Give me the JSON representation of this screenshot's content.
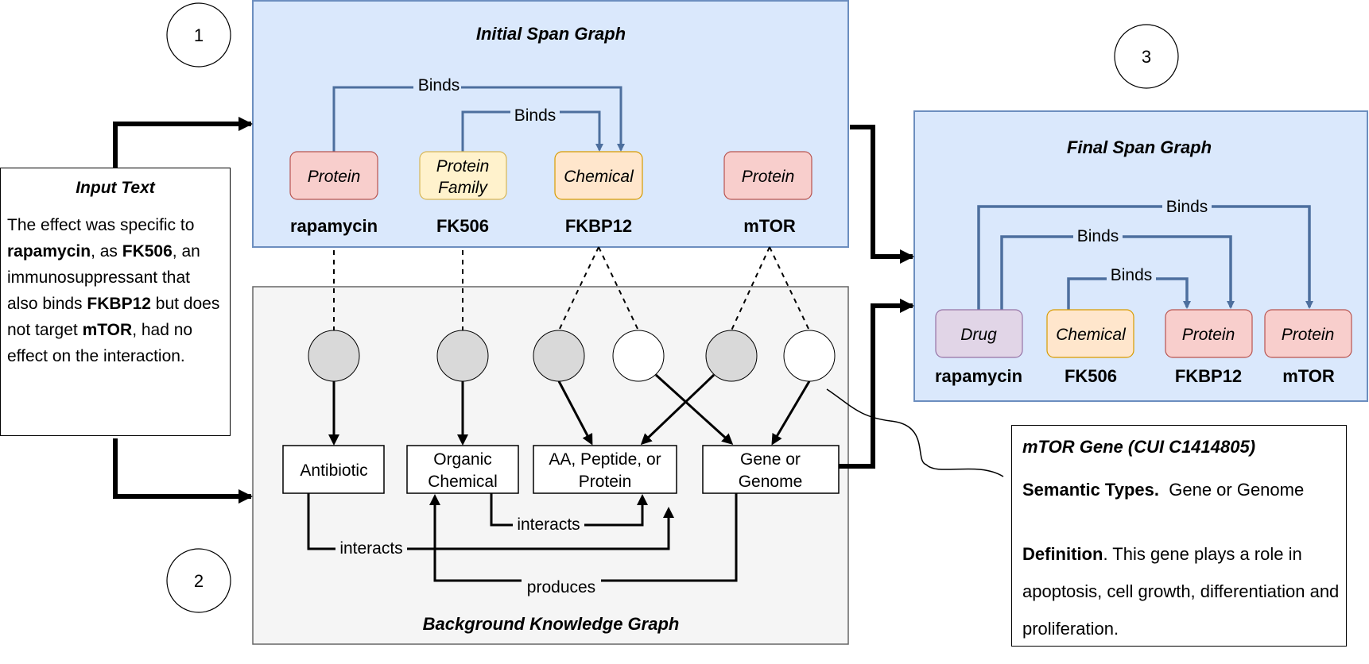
{
  "panels": {
    "initial_span_graph": "Initial Span Graph",
    "background_knowledge_graph": "Background Knowledge Graph",
    "final_span_graph": "Final Span Graph"
  },
  "step_numbers": [
    "1",
    "2",
    "3"
  ],
  "input_text": {
    "title": "Input Text",
    "segments": [
      {
        "text": "The effect was specific to ",
        "bold": false
      },
      {
        "text": "rapamycin",
        "bold": true
      },
      {
        "text": ", as ",
        "bold": false
      },
      {
        "text": "FK506",
        "bold": true
      },
      {
        "text": ", an immunosuppressant that also binds ",
        "bold": false
      },
      {
        "text": "FKBP12",
        "bold": true
      },
      {
        "text": " but does not target ",
        "bold": false
      },
      {
        "text": "mTOR",
        "bold": true
      },
      {
        "text": ", had no effect on the interaction.",
        "bold": false
      }
    ]
  },
  "initial_span_graph": {
    "nodes": [
      {
        "type": "Protein",
        "type_line2": "",
        "span": "rapamycin",
        "color": "pink"
      },
      {
        "type": "Protein",
        "type_line2": "Family",
        "span": "FK506",
        "color": "yellow"
      },
      {
        "type": "Chemical",
        "type_line2": "",
        "span": "FKBP12",
        "color": "orange"
      },
      {
        "type": "Protein",
        "type_line2": "",
        "span": "mTOR",
        "color": "pink"
      }
    ],
    "edge_labels": [
      "Binds",
      "Binds"
    ]
  },
  "background_graph": {
    "semantic_types": [
      {
        "line1": "Antibiotic",
        "line2": ""
      },
      {
        "line1": "Organic",
        "line2": "Chemical"
      },
      {
        "line1": "AA, Peptide, or",
        "line2": "Protein"
      },
      {
        "line1": "Gene or",
        "line2": "Genome"
      }
    ],
    "relation_labels": [
      "interacts",
      "interacts",
      "produces"
    ]
  },
  "final_span_graph": {
    "nodes": [
      {
        "type": "Drug",
        "span": "rapamycin",
        "color": "purple"
      },
      {
        "type": "Chemical",
        "span": "FK506",
        "color": "orange"
      },
      {
        "type": "Protein",
        "span": "FKBP12",
        "color": "pink"
      },
      {
        "type": "Protein",
        "span": "mTOR",
        "color": "pink"
      }
    ],
    "edge_labels": [
      "Binds",
      "Binds",
      "Binds"
    ]
  },
  "definition": {
    "title": "mTOR Gene (CUI C1414805)",
    "semantic_label": "Semantic Types.",
    "semantic_value": "Gene or Genome",
    "definition_label": "Definition",
    "definition_text": ". This gene plays a role in apoptosis, cell growth, differentiation and proliferation."
  },
  "colors": {
    "blue_panel": "#dae8fc",
    "blue_border": "#6c8ebf",
    "grey_panel": "#f5f5f5",
    "grey_border": "#666666",
    "pink": "#f8cecc",
    "pink_border": "#b85450",
    "yellow": "#fff2cc",
    "yellow_border": "#d6b656",
    "orange": "#ffe6cc",
    "orange_border": "#d79b00",
    "purple": "#e1d5e7",
    "purple_border": "#9673a6",
    "edge_blue": "#4d6f9e",
    "concept_filled": "#d9d9d9"
  }
}
